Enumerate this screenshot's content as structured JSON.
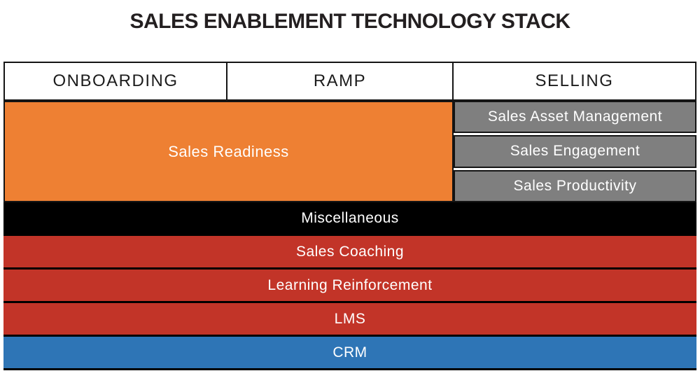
{
  "title": "SALES ENABLEMENT TECHNOLOGY STACK",
  "header": {
    "columns": [
      "ONBOARDING",
      "RAMP",
      "SELLING"
    ]
  },
  "blocks": {
    "sales_readiness": {
      "label": "Sales Readiness",
      "color": "#EE8033",
      "columns_spanned": [
        "ONBOARDING",
        "RAMP"
      ]
    },
    "selling_column": [
      {
        "label": "Sales Asset Management",
        "color": "#7F7F7F"
      },
      {
        "label": "Sales Engagement",
        "color": "#7F7F7F"
      },
      {
        "label": "Sales Productivity",
        "color": "#7F7F7F"
      }
    ],
    "full_width_rows": [
      {
        "label": "Miscellaneous",
        "color": "#000000"
      },
      {
        "label": "Sales Coaching",
        "color": "#C23428"
      },
      {
        "label": "Learning Reinforcement",
        "color": "#C23428"
      },
      {
        "label": "LMS",
        "color": "#C23428"
      },
      {
        "label": "CRM",
        "color": "#2E75B6"
      }
    ]
  },
  "colors": {
    "orange": "#EE8033",
    "gray": "#7F7F7F",
    "red": "#C23428",
    "blue": "#2E75B6",
    "black": "#000000",
    "border": "#141414",
    "text_light": "#FFFFFF",
    "text_dark": "#231F20"
  }
}
